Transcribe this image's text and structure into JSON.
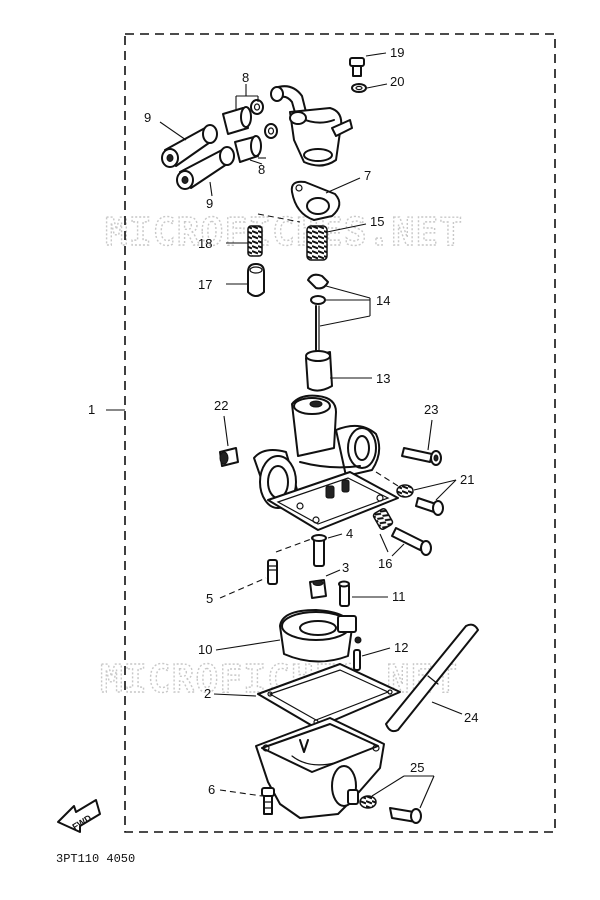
{
  "figure_code": "3PT110 4050",
  "watermark": "MICROFICHES.NET",
  "forward_marker": "FWD",
  "labels": [
    {
      "id": "1",
      "text": "1"
    },
    {
      "id": "2",
      "text": "2"
    },
    {
      "id": "3",
      "text": "3"
    },
    {
      "id": "4",
      "text": "4"
    },
    {
      "id": "5",
      "text": "5"
    },
    {
      "id": "6",
      "text": "6"
    },
    {
      "id": "7",
      "text": "7"
    },
    {
      "id": "8a",
      "text": "8"
    },
    {
      "id": "8b",
      "text": "8"
    },
    {
      "id": "9a",
      "text": "9"
    },
    {
      "id": "9b",
      "text": "9"
    },
    {
      "id": "10",
      "text": "10"
    },
    {
      "id": "11",
      "text": "11"
    },
    {
      "id": "12",
      "text": "12"
    },
    {
      "id": "13",
      "text": "13"
    },
    {
      "id": "14",
      "text": "14"
    },
    {
      "id": "15",
      "text": "15"
    },
    {
      "id": "16",
      "text": "16"
    },
    {
      "id": "17",
      "text": "17"
    },
    {
      "id": "18",
      "text": "18"
    },
    {
      "id": "19",
      "text": "19"
    },
    {
      "id": "20",
      "text": "20"
    },
    {
      "id": "21",
      "text": "21"
    },
    {
      "id": "22",
      "text": "22"
    },
    {
      "id": "23",
      "text": "23"
    },
    {
      "id": "24",
      "text": "24"
    },
    {
      "id": "25",
      "text": "25"
    }
  ]
}
